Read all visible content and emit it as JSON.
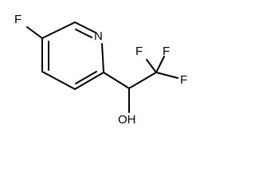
{
  "molecule": {
    "atoms": {
      "fluorine_ring": "F",
      "nitrogen": "N",
      "fluorine_top": "F",
      "fluorine_left": "F",
      "fluorine_right": "F",
      "hydroxyl": "OH"
    },
    "colors": {
      "bond": "#000000",
      "label": "#000000",
      "background": "#ffffff"
    }
  }
}
